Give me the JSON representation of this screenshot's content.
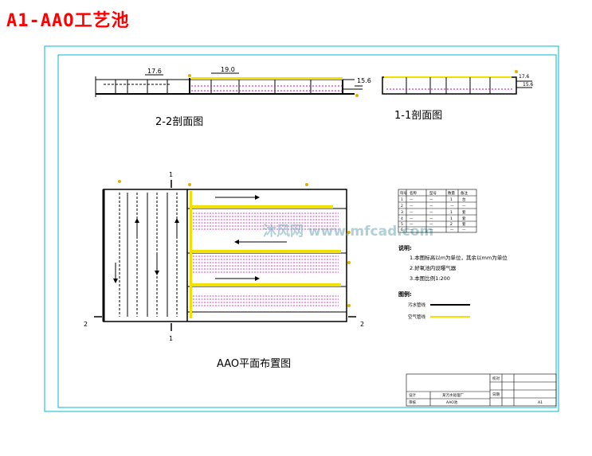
{
  "page_title": "A1-AAO工艺池",
  "section_22": {
    "title": "2-2剖面图",
    "dim_left": "17.6",
    "dim_mid": "19.0",
    "dim_right": "15.6"
  },
  "section_11": {
    "title": "1-1剖面图",
    "level_top": "17.6",
    "level_right": "15.6"
  },
  "plan": {
    "title": "AAO平面布置图",
    "cut_marks": [
      "1",
      "1",
      "2",
      "2"
    ]
  },
  "legend_table": {
    "headers": [
      "符号",
      "名称",
      "型号",
      "数量",
      "备注"
    ],
    "rows": [
      [
        "1",
        "—",
        "—",
        "1",
        "台"
      ],
      [
        "2",
        "—",
        "—",
        "—",
        "—"
      ],
      [
        "3",
        "—",
        "—",
        "1",
        "套"
      ],
      [
        "4",
        "—",
        "—",
        "1",
        "套"
      ],
      [
        "5",
        "—",
        "—",
        "2",
        "套"
      ],
      [
        "6",
        "—",
        "—",
        "—",
        "—"
      ]
    ]
  },
  "notes": {
    "heading": "说明:",
    "lines": [
      "1.本图标高以m为单位，其余以mm为单位",
      "2.好氧池内设曝气器",
      "3.本图比例1:200"
    ]
  },
  "line_legend": {
    "heading": "图例:",
    "items": [
      {
        "label": "污水管线",
        "color": "#000000"
      },
      {
        "label": "空气管线",
        "color": "#f2e000"
      }
    ]
  },
  "title_block": {
    "project": "某污水处理厂",
    "drawing_name": "AAO池",
    "sheet": "A1",
    "labels": [
      "设计",
      "审核",
      "校对",
      "日期"
    ]
  },
  "watermark": "沐风网 www.mfcad.com",
  "colors": {
    "frame": "#00b7d8",
    "title": "#ff0000",
    "air_pipe": "#f2e000",
    "aerator": "#c400c4",
    "marker": "#e0b000"
  }
}
